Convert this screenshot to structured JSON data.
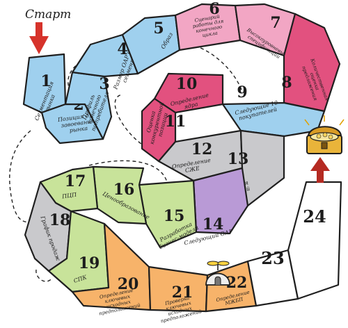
{
  "start_label": "Старт",
  "steps": [
    {
      "n": "1",
      "text": "Сегментация рынка",
      "color": "#9fd0ee"
    },
    {
      "n": "2",
      "text": "Позиция для завоевания рынка",
      "color": "#9fd0ee"
    },
    {
      "n": "3",
      "text": "Профиль конечного потребителя",
      "color": "#9fd0ee"
    },
    {
      "n": "4",
      "text": "Размер ОАР для сегмента",
      "color": "#9fd0ee"
    },
    {
      "n": "5",
      "text": "Образ",
      "color": "#9fd0ee"
    },
    {
      "n": "6",
      "text": "Сценарий работы для конечного цикла",
      "color": "#f2a6c4"
    },
    {
      "n": "7",
      "text": "Высокоуровневые спецификации",
      "color": "#f2a6c4"
    },
    {
      "n": "8",
      "text": "Количественная оценка предложения",
      "color": "#e2517f"
    },
    {
      "n": "9",
      "text": "Следующие 10 покупателей",
      "color": "#9fd0ee"
    },
    {
      "n": "10",
      "text": "Определение ядра",
      "color": "#e2517f"
    },
    {
      "n": "11",
      "text": "Оценка конкурентной позиции",
      "color": "#e2517f"
    },
    {
      "n": "12",
      "text": "Определение СЖЕ",
      "color": "#c9c9cc"
    },
    {
      "n": "13",
      "text": "График привлечения покупателей",
      "color": "#c9c9cc"
    },
    {
      "n": "14",
      "text": "Следующий ОАР",
      "color": "#b99ad6"
    },
    {
      "n": "15",
      "text": "Разработка бизнес-модели",
      "color": "#c8e39a"
    },
    {
      "n": "16",
      "text": "Ценообразование",
      "color": "#c8e39a"
    },
    {
      "n": "17",
      "text": "ПЦП",
      "color": "#c8e39a"
    },
    {
      "n": "18",
      "text": "График продаж",
      "color": "#c9c9cc"
    },
    {
      "n": "19",
      "text": "СПК",
      "color": "#c8e39a"
    },
    {
      "n": "20",
      "text": "Определение ключевых исходных предположений",
      "color": "#f7b36a"
    },
    {
      "n": "21",
      "text": "Проверка ключевых исходных предположений",
      "color": "#f7b36a"
    },
    {
      "n": "22",
      "text": "Определение МЖБП",
      "color": "#f7b36a"
    },
    {
      "n": "23",
      "text": "",
      "color": "#ffffff"
    },
    {
      "n": "24",
      "text": "",
      "color": "#ffffff"
    }
  ],
  "colors": {
    "start_arrow": "#d6332b",
    "finish_arrow": "#b52a22",
    "chest": "#e9b43a"
  }
}
